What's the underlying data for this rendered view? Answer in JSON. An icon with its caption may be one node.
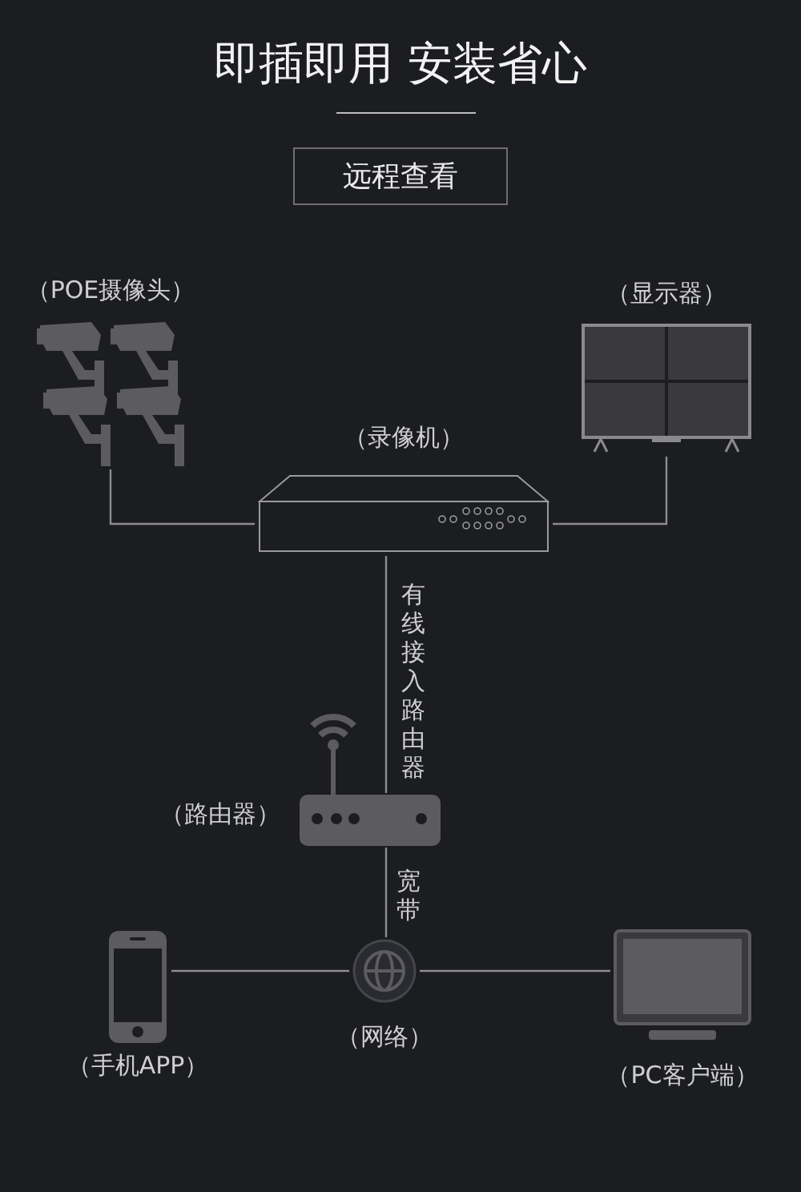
{
  "diagram": {
    "title": "即插即用 安装省心",
    "nodes": [
      {
        "text": [
          "远程查看"
        ]
      },
      {
        "text": [
          "（POE摄像头）"
        ]
      },
      {
        "text": [
          "（显示器）"
        ]
      },
      {
        "text": [
          "（录像机）"
        ]
      },
      {
        "text": [
          "（路由器）"
        ]
      },
      {
        "text": [
          "（网络）"
        ]
      },
      {
        "text": [
          "（手机APP）"
        ]
      },
      {
        "text": [
          "（PC客户端）"
        ]
      }
    ],
    "edges": [
      {
        "from": 1,
        "to": 3,
        "arrow": "none"
      },
      {
        "from": 3,
        "to": 2,
        "arrow": "none"
      },
      {
        "from": 3,
        "to": 4,
        "arrow": "none",
        "label": "有线接入路由器"
      },
      {
        "from": 4,
        "to": 5,
        "arrow": "none",
        "label": "宽带"
      },
      {
        "from": 6,
        "to": 5,
        "arrow": "none"
      },
      {
        "from": 5,
        "to": 7,
        "arrow": "none"
      }
    ]
  }
}
